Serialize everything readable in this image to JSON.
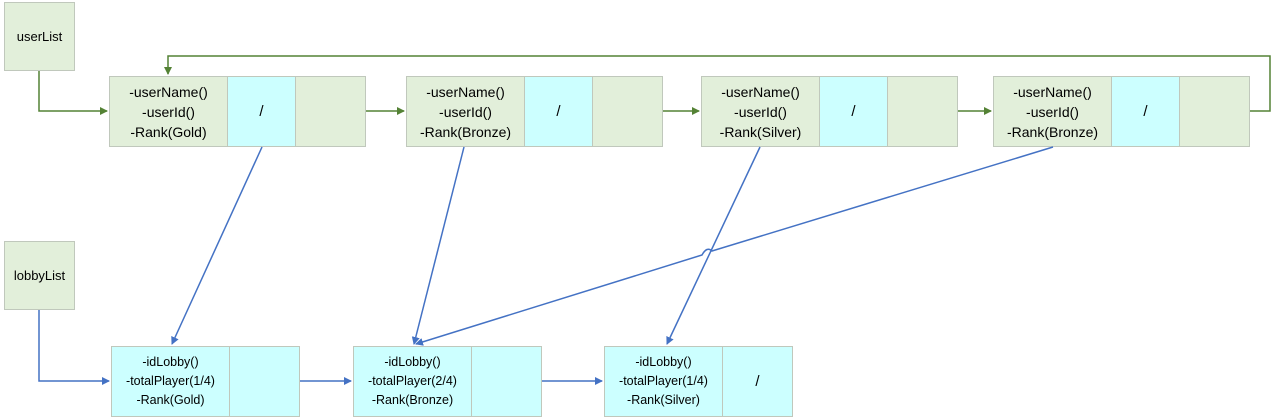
{
  "heads": {
    "user_list": "userList",
    "lobby_list": "lobbyList"
  },
  "users": [
    {
      "fields": [
        "-userName()",
        "-userId()",
        "-Rank(Gold)"
      ],
      "ptr": "/"
    },
    {
      "fields": [
        "-userName()",
        "-userId()",
        "-Rank(Bronze)"
      ],
      "ptr": "/"
    },
    {
      "fields": [
        "-userName()",
        "-userId()",
        "-Rank(Silver)"
      ],
      "ptr": "/"
    },
    {
      "fields": [
        "-userName()",
        "-userId()",
        "-Rank(Bronze)"
      ],
      "ptr": "/"
    }
  ],
  "lobbies": [
    {
      "fields": [
        "-idLobby()",
        "-totalPlayer(1/4)",
        "-Rank(Gold)"
      ],
      "ptr": ""
    },
    {
      "fields": [
        "-idLobby()",
        "-totalPlayer(2/4)",
        "-Rank(Bronze)"
      ],
      "ptr": ""
    },
    {
      "fields": [
        "-idLobby()",
        "-totalPlayer(1/4)",
        "-Rank(Silver)"
      ],
      "ptr": "/"
    }
  ],
  "colors": {
    "green_fill": "#e2efda",
    "cyan_fill": "#ccffff",
    "green_line": "#548235",
    "blue_line": "#4472c4"
  }
}
